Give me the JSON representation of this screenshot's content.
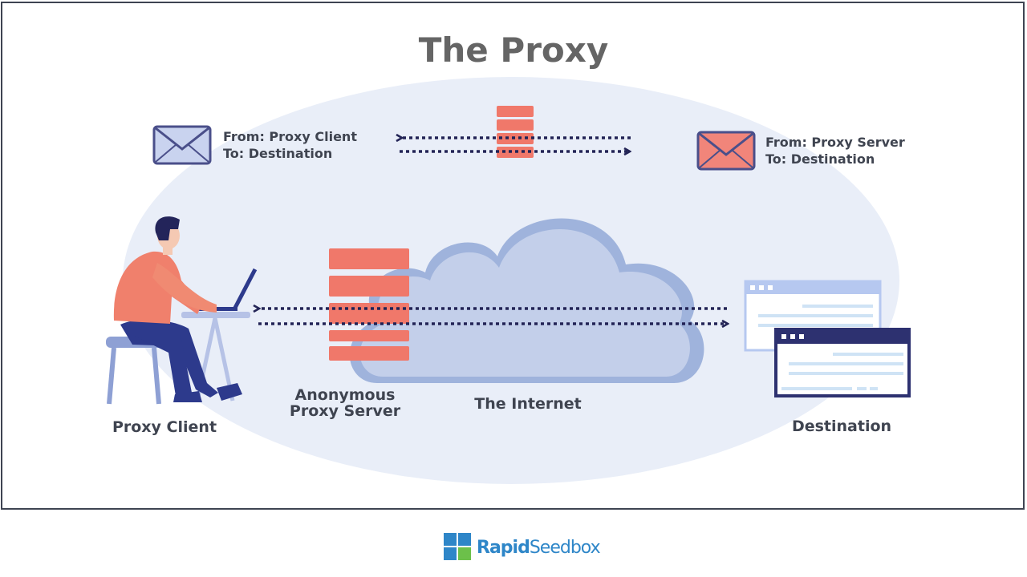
{
  "title": "The Proxy",
  "messages": {
    "client": {
      "from": "From: Proxy Client",
      "to": "To: Destination"
    },
    "server": {
      "from": "From: Proxy Server",
      "to": "To: Destination"
    }
  },
  "nodes": {
    "client": "Proxy Client",
    "proxy_line1": "Anonymous",
    "proxy_line2": "Proxy Server",
    "internet": "The Internet",
    "destination": "Destination"
  },
  "brand": {
    "part1": "Rapid",
    "part2": "Seedbox"
  },
  "colors": {
    "ellipse": "#e9eef8",
    "cloud": "#c3cfea",
    "cloud_edge": "#9fb3dc",
    "server": "#f0786a",
    "arrow": "#232456",
    "envelope_blue": "#c9d3ef",
    "envelope_red": "#f1857a",
    "envelope_stroke": "#4a4f8a",
    "shirt": "#f0806c",
    "pants": "#2d3a8c",
    "brand": "#2e86c8"
  },
  "icons": [
    "envelope-icon",
    "server-stack-icon",
    "cloud-icon",
    "person-at-laptop-icon",
    "browser-window-icon",
    "rapidseedbox-logo-icon"
  ]
}
